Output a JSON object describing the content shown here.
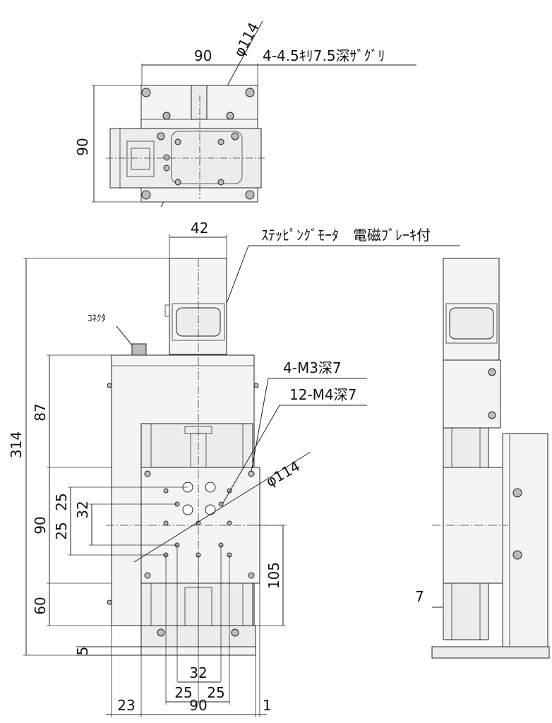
{
  "top_view": {
    "width_label": "90",
    "height_label": "90",
    "diameter_label": "φ114",
    "hole_note": "4-4.5ｷﾘ7.5深ｻﾞｸﾞﾘ"
  },
  "front_view": {
    "motor_width_label": "42",
    "motor_note": "ｽﾃｯﾋﾟﾝｸﾞﾓｰﾀ　電磁ﾌﾞﾚｰｷ付",
    "connector_label": "ｺﾈｸﾀ",
    "overall_height_label": "314",
    "upper_height_label": "87",
    "middle_height_label": "90",
    "lower_height_label": "60",
    "base_label": "5",
    "pitch_25_top": "25",
    "pitch_32": "32",
    "pitch_25_bottom": "25",
    "m3_note": "4-M3深7",
    "m4_note": "12-M4深7",
    "diameter_label": "φ114",
    "stroke_label": "105",
    "bottom_32": "32",
    "bottom_25_left": "25",
    "bottom_25_right": "25",
    "left_offset": "23",
    "bottom_width": "90",
    "right_offset": "1"
  },
  "side_view": {
    "offset_label": "7"
  }
}
